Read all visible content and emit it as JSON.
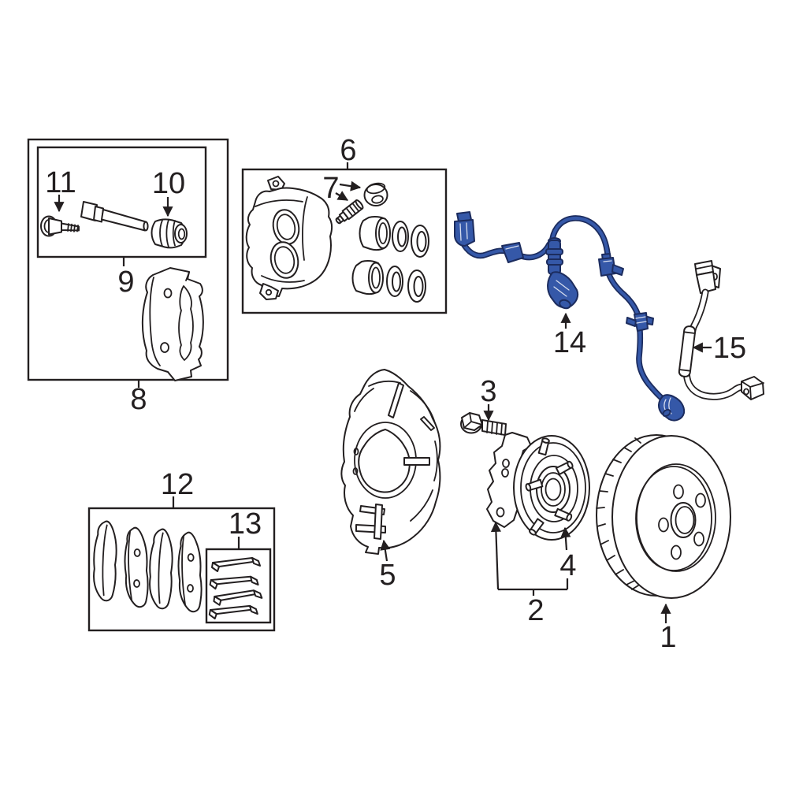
{
  "diagram": {
    "background": "#ffffff",
    "ink": "#231f20",
    "harness_fill": "#3558a8",
    "harness_outline": "#1c2c5e",
    "callouts": [
      {
        "label": "1"
      },
      {
        "label": "2"
      },
      {
        "label": "3"
      },
      {
        "label": "4"
      },
      {
        "label": "5"
      },
      {
        "label": "6"
      },
      {
        "label": "7"
      },
      {
        "label": "8"
      },
      {
        "label": "9"
      },
      {
        "label": "10"
      },
      {
        "label": "11"
      },
      {
        "label": "12"
      },
      {
        "label": "13"
      },
      {
        "label": "14"
      },
      {
        "label": "15"
      }
    ]
  }
}
